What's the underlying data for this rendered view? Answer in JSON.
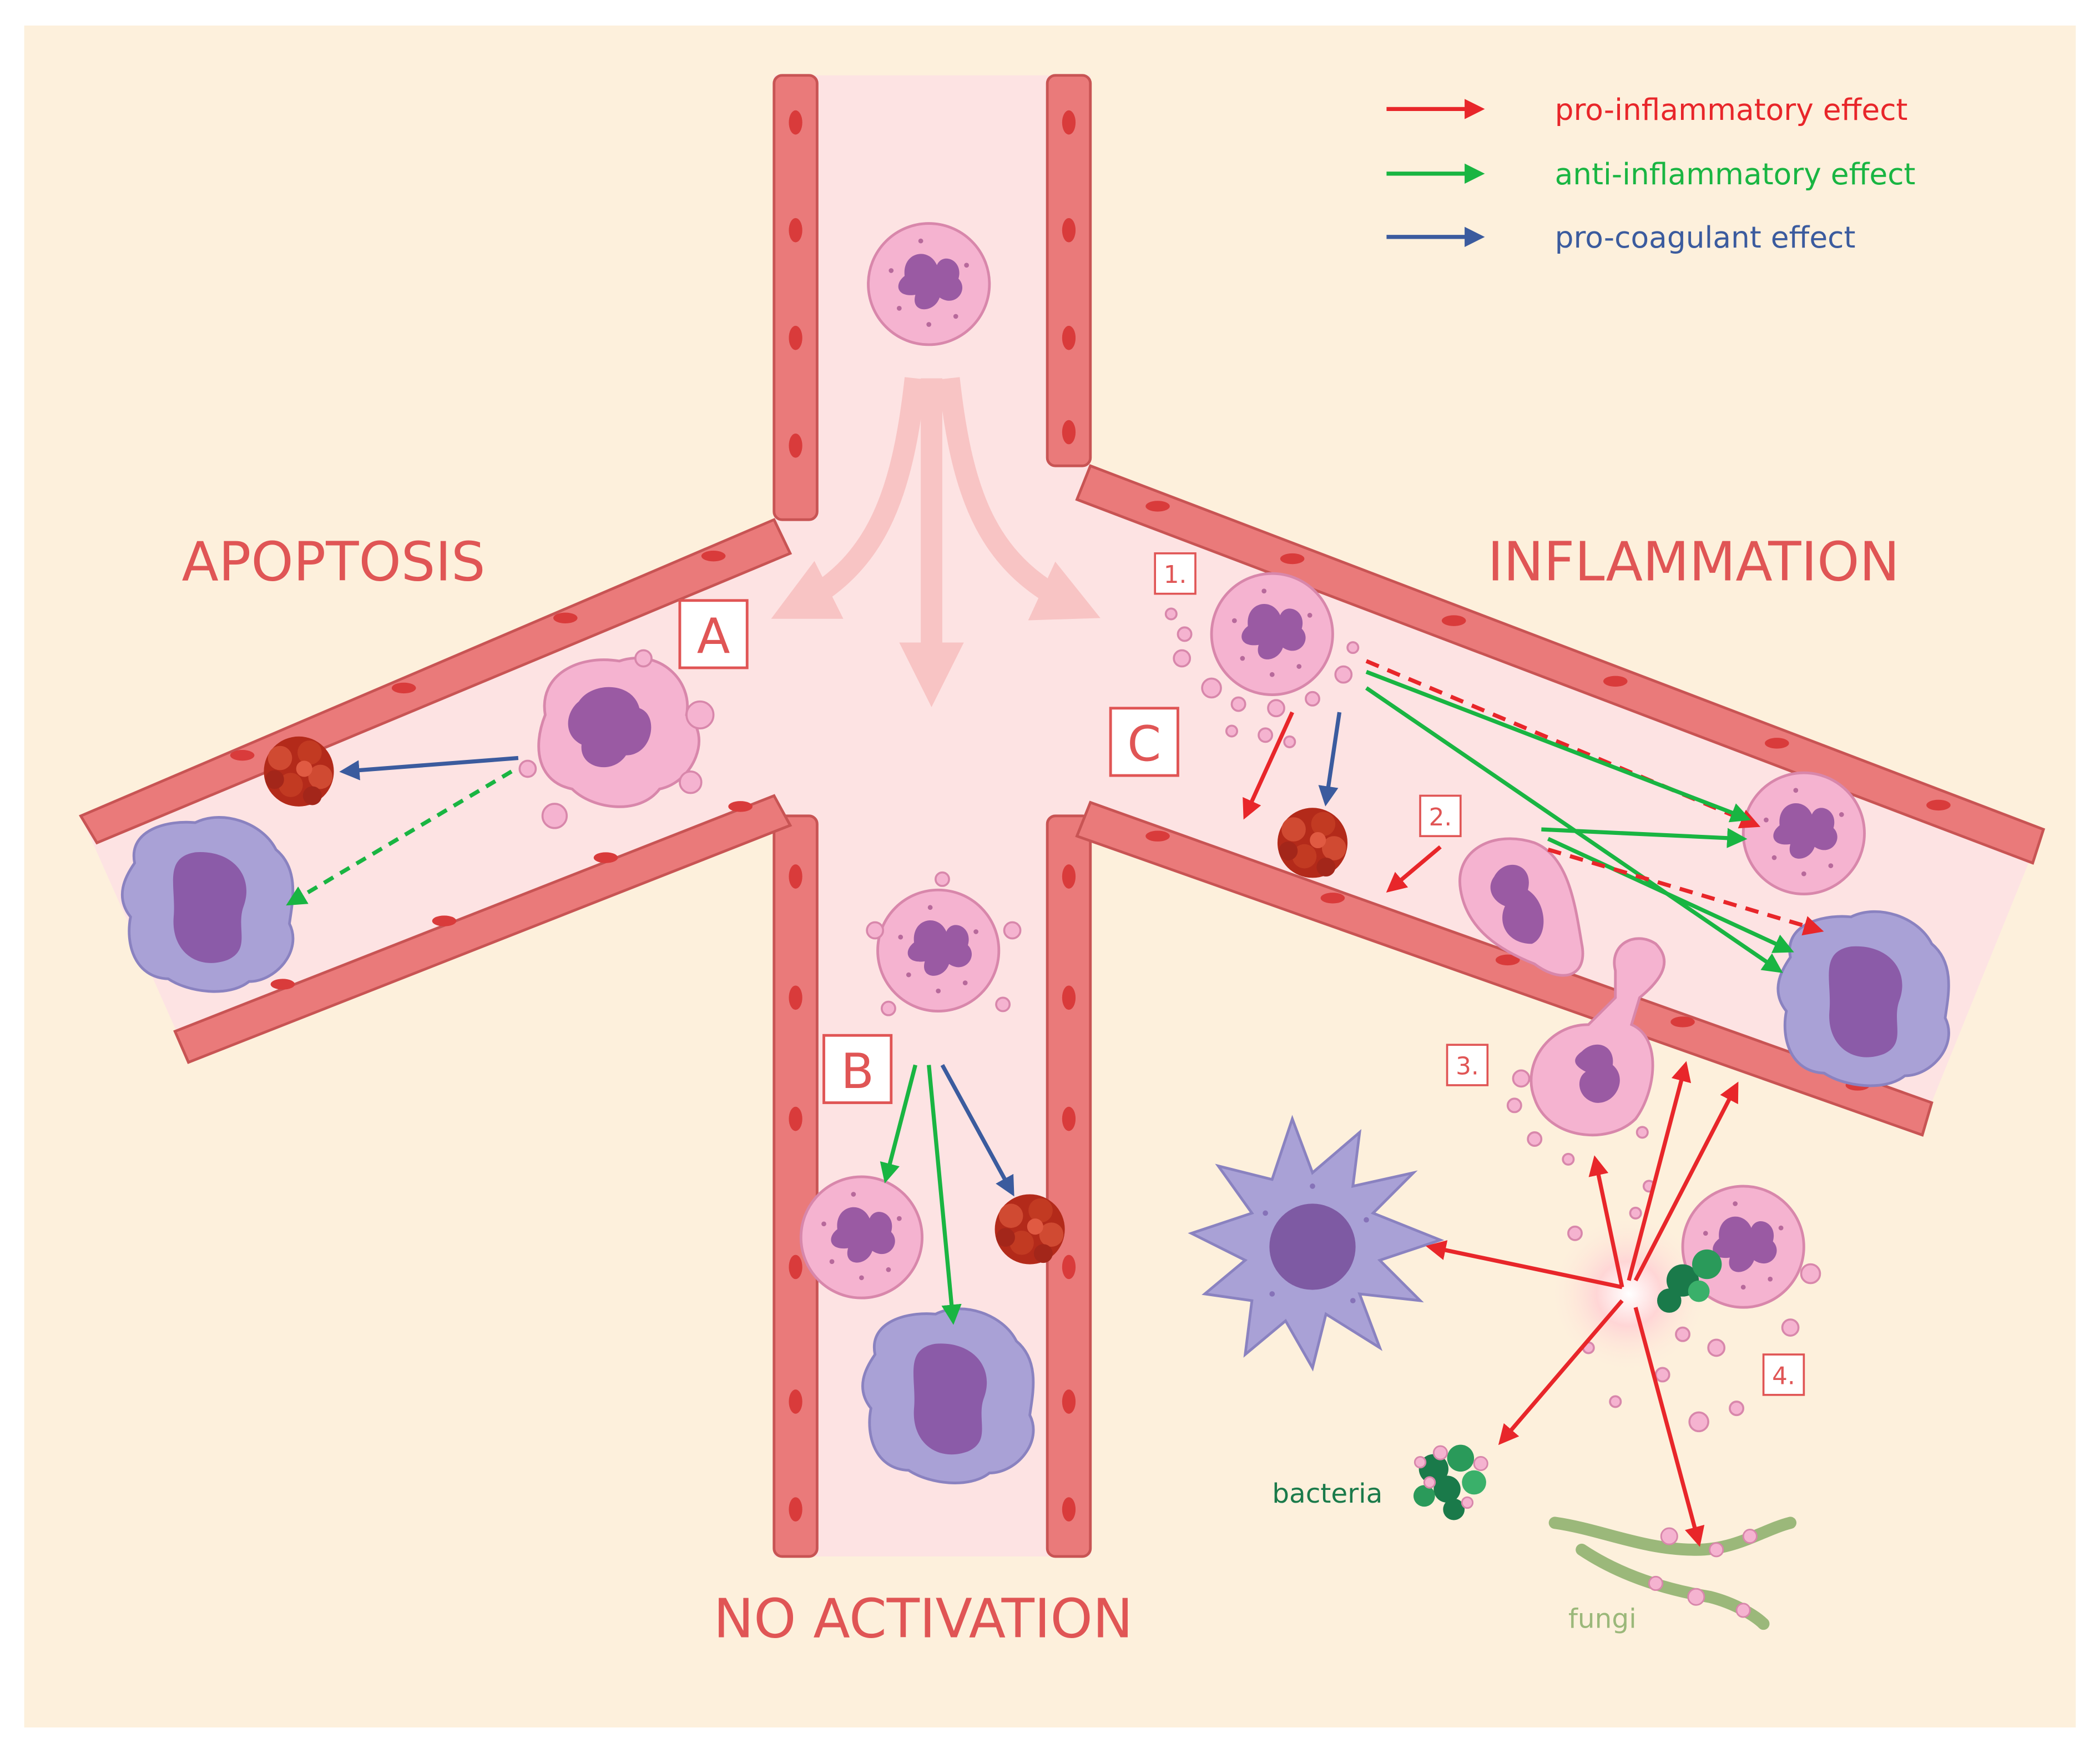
{
  "legend": {
    "pro_inflammatory": "pro-inflammatory effect",
    "anti_inflammatory": "anti-inflammatory effect",
    "pro_coagulant": "pro-coagulant effect"
  },
  "branches": {
    "apoptosis": "APOPTOSIS",
    "inflammation": "INFLAMMATION",
    "no_activation": "NO ACTIVATION"
  },
  "panels": {
    "a": "A",
    "b": "B",
    "c": "C"
  },
  "steps": {
    "s1": "1.",
    "s2": "2.",
    "s3": "3.",
    "s4": "4."
  },
  "pathogens": {
    "bacteria": "bacteria",
    "fungi": "fungi"
  },
  "colors": {
    "background": "#fdf0dc",
    "vessel_lumen": "#fde3e3",
    "endothelium": "#ea7a7a",
    "pro_inflammatory": "#e8262a",
    "anti_inflammatory": "#19b542",
    "pro_coagulant": "#3b5b9e",
    "title_text": "#e05555",
    "neutrophil": "#f5b3d0",
    "macrophage": "#a9a1d6",
    "platelet_clot": "#b32a1a",
    "bacteria": "#1a7a4a",
    "fungi": "#9bb87a"
  },
  "icons": [
    "neutrophil-icon",
    "macrophage-icon",
    "dendritic-cell-icon",
    "platelet-aggregate-icon",
    "bacteria-icon",
    "fungi-icon",
    "endothelial-cell-icon"
  ]
}
